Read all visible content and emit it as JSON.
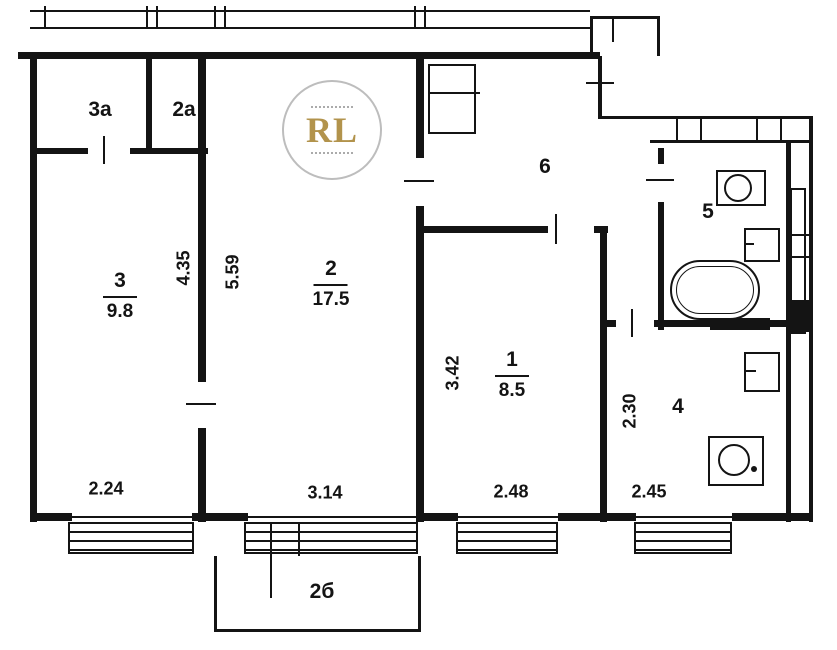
{
  "plan": {
    "watermark": {
      "text": "RL"
    },
    "rooms": {
      "r3a": {
        "label": "3а"
      },
      "r2a": {
        "label": "2а"
      },
      "r3": {
        "label": "3",
        "area": "9.8"
      },
      "r2": {
        "label": "2",
        "area": "17.5"
      },
      "r1": {
        "label": "1",
        "area": "8.5"
      },
      "r6": {
        "label": "6"
      },
      "r5": {
        "label": "5"
      },
      "r4": {
        "label": "4"
      },
      "r2b": {
        "label": "2б"
      }
    },
    "dimensions": {
      "room3_width": "2.24",
      "room3_height": "4.35",
      "room2_width": "3.14",
      "room2_height": "5.59",
      "room1_width": "2.48",
      "room1_height": "3.42",
      "kitchen_width": "2.45",
      "kitchen_height": "2.30"
    },
    "colors": {
      "ink": "#141414",
      "watermark_gold": "#b2934c",
      "watermark_ring": "#bdbdbd"
    }
  }
}
